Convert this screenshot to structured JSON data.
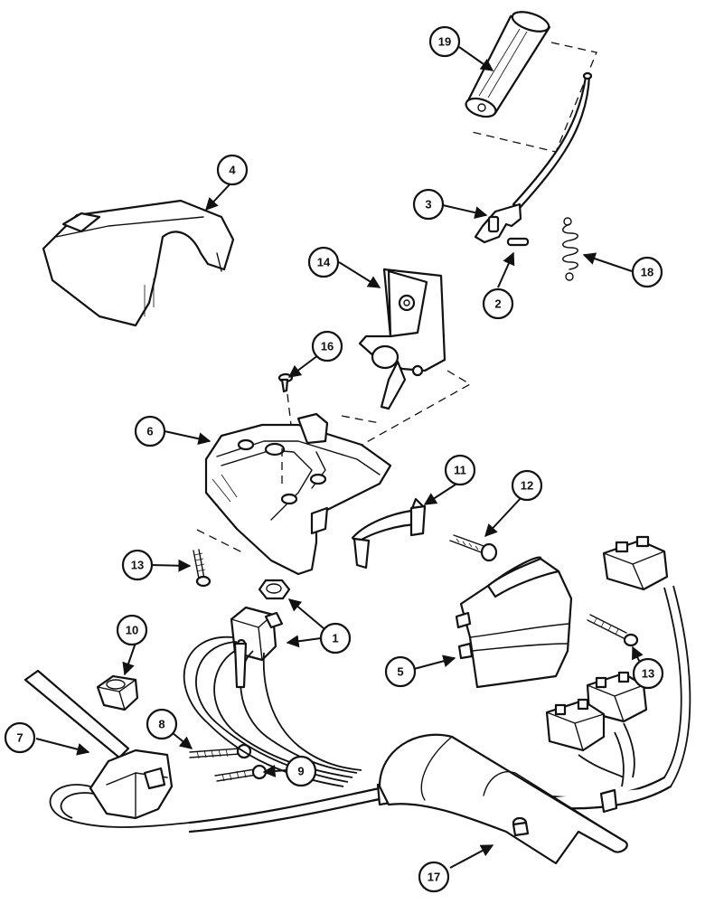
{
  "callouts": [
    {
      "label": "1"
    },
    {
      "label": "2"
    },
    {
      "label": "3"
    },
    {
      "label": "4"
    },
    {
      "label": "5"
    },
    {
      "label": "6"
    },
    {
      "label": "7"
    },
    {
      "label": "8"
    },
    {
      "label": "9"
    },
    {
      "label": "10"
    },
    {
      "label": "11"
    },
    {
      "label": "12"
    },
    {
      "label": "13"
    },
    {
      "label": "13"
    },
    {
      "label": "14"
    },
    {
      "label": "16"
    },
    {
      "label": "17"
    },
    {
      "label": "18"
    },
    {
      "label": "19"
    }
  ]
}
